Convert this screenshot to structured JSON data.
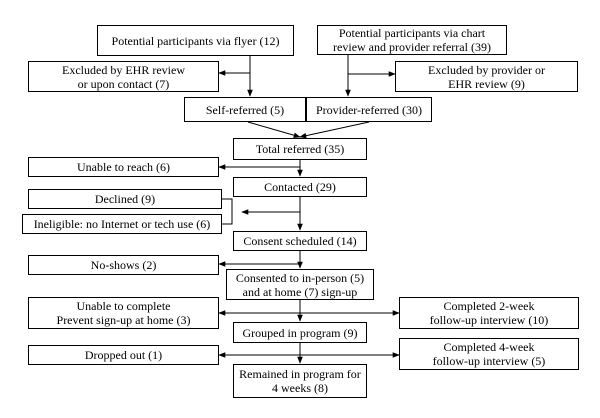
{
  "boxes": {
    "flyer": "Potential participants via flyer (12)",
    "chart_review": "Potential participants via chart\nreview and provider referral (39)",
    "excluded_ehr": "Excluded by EHR review\nor upon contact (7)",
    "excluded_provider": "Excluded by provider or\nEHR review (9)",
    "self_referred": "Self-referred (5)",
    "provider_referred": "Provider-referred (30)",
    "total_referred": "Total referred (35)",
    "unable_to_reach": "Unable to reach (6)",
    "contacted": "Contacted (29)",
    "declined": "Declined (9)",
    "ineligible": "Ineligible: no Internet or tech use (6)",
    "consent_scheduled": "Consent scheduled (14)",
    "no_shows": "No-shows (2)",
    "consented": "Consented to in-person (5)\nand at home (7) sign-up",
    "unable_to_complete": "Unable to complete\nPrevent sign-up at home (3)",
    "completed_2week": "Completed 2-week\nfollow-up interview (10)",
    "grouped": "Grouped in program (9)",
    "dropped_out": "Dropped out (1)",
    "completed_4week": "Completed 4-week\nfollow-up interview (5)",
    "remained": "Remained in program for\n4 weeks (8)"
  }
}
